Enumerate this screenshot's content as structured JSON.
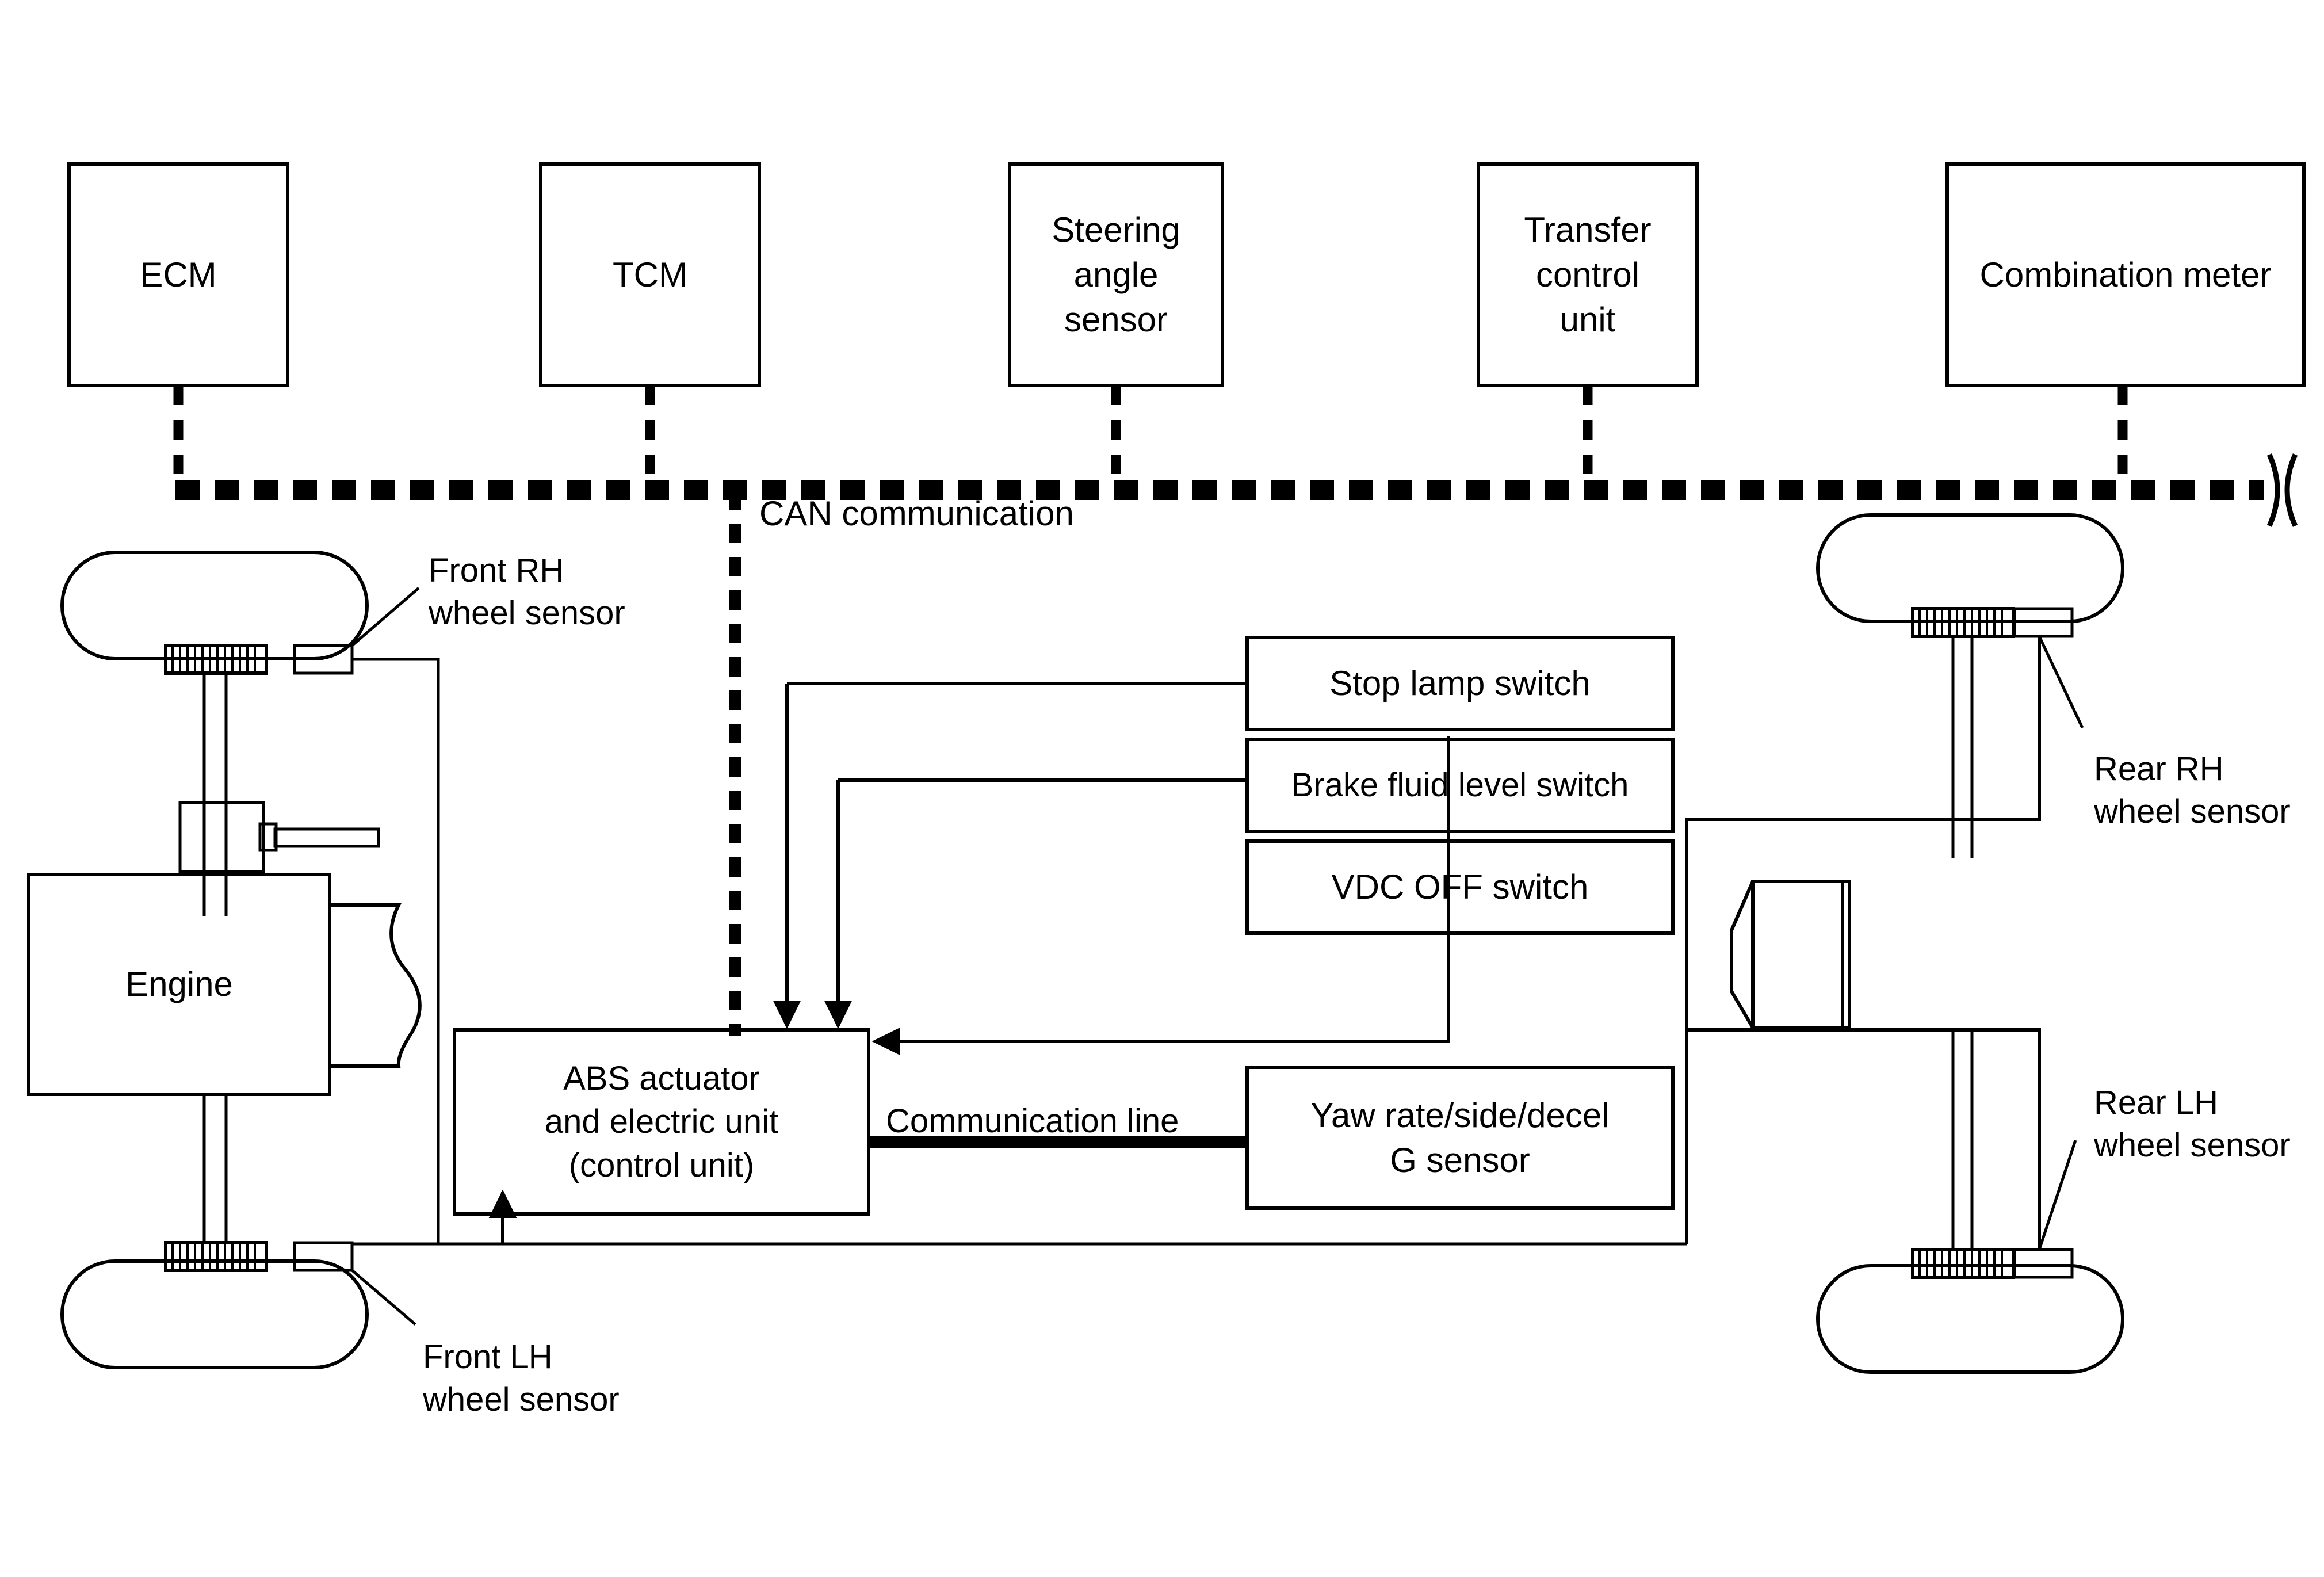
{
  "diagram": {
    "title": "VDC / ABS system component and CAN communication layout",
    "bus": {
      "label": "CAN communication",
      "style": "dashed-thick-black",
      "break_symbol": "right-edge-wavy-break"
    },
    "top_modules": [
      {
        "id": "ecm",
        "label": "ECM"
      },
      {
        "id": "tcm",
        "label": "TCM"
      },
      {
        "id": "steering-angle-sensor",
        "label": "Steering\nangle\nsensor"
      },
      {
        "id": "transfer-control-unit",
        "label": "Transfer\ncontrol\nunit"
      },
      {
        "id": "combination-meter",
        "label": "Combination meter"
      }
    ],
    "switch_boxes": [
      {
        "id": "stop-lamp-switch",
        "label": "Stop lamp switch"
      },
      {
        "id": "brake-fluid-level-switch",
        "label": "Brake fluid level switch"
      },
      {
        "id": "vdc-off-switch",
        "label": "VDC OFF switch"
      },
      {
        "id": "yaw-rate-g-sensor",
        "label": "Yaw rate/side/decel\nG sensor"
      }
    ],
    "control_unit": {
      "id": "abs-actuator",
      "label": "ABS actuator\nand electric unit\n(control unit)"
    },
    "engine": {
      "id": "engine",
      "label": "Engine"
    },
    "communication_line_label": "Communication line",
    "wheel_sensors": [
      {
        "id": "front-rh-wheel-sensor",
        "label": "Front RH\nwheel sensor"
      },
      {
        "id": "front-lh-wheel-sensor",
        "label": "Front LH\nwheel sensor"
      },
      {
        "id": "rear-rh-wheel-sensor",
        "label": "Rear RH\nwheel sensor"
      },
      {
        "id": "rear-lh-wheel-sensor",
        "label": "Rear LH\nwheel sensor"
      }
    ],
    "colors": {
      "line": "#000000",
      "background": "#ffffff",
      "text": "#000000"
    }
  }
}
